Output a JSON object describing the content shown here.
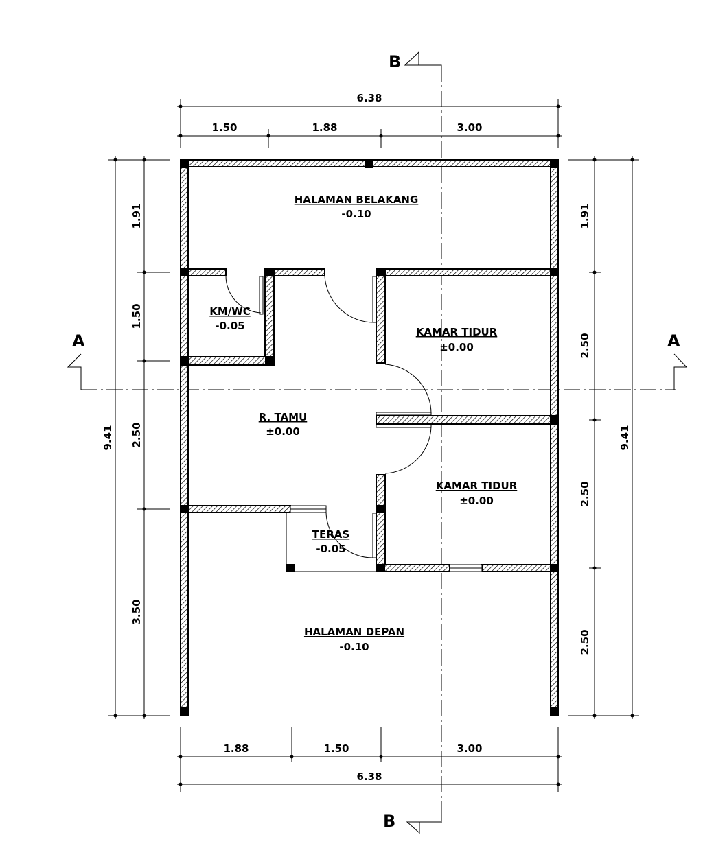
{
  "section_markers": {
    "top": "B",
    "bottom": "B",
    "left": "A",
    "right": "A"
  },
  "dimensions": {
    "top_total": "6.38",
    "top_segments": [
      "1.50",
      "1.88",
      "3.00"
    ],
    "bottom_total": "6.38",
    "bottom_segments": [
      "1.88",
      "1.50",
      "3.00"
    ],
    "left_total": "9.41",
    "left_segments": [
      "1.91",
      "1.50",
      "2.50",
      "3.50"
    ],
    "right_total": "9.41",
    "right_segments": [
      "1.91",
      "2.50",
      "2.50",
      "2.50"
    ]
  },
  "rooms": {
    "back_yard": {
      "name": "HALAMAN BELAKANG",
      "level": "-0.10"
    },
    "bathroom": {
      "name": "KM/WC",
      "level": "-0.05"
    },
    "bedroom_1": {
      "name": "KAMAR TIDUR",
      "level": "±0.00"
    },
    "living_room": {
      "name": "R. TAMU",
      "level": "±0.00"
    },
    "bedroom_2": {
      "name": "KAMAR TIDUR",
      "level": "±0.00"
    },
    "terrace": {
      "name": "TERAS",
      "level": "-0.05"
    },
    "front_yard": {
      "name": "HALAMAN DEPAN",
      "level": "-0.10"
    }
  }
}
